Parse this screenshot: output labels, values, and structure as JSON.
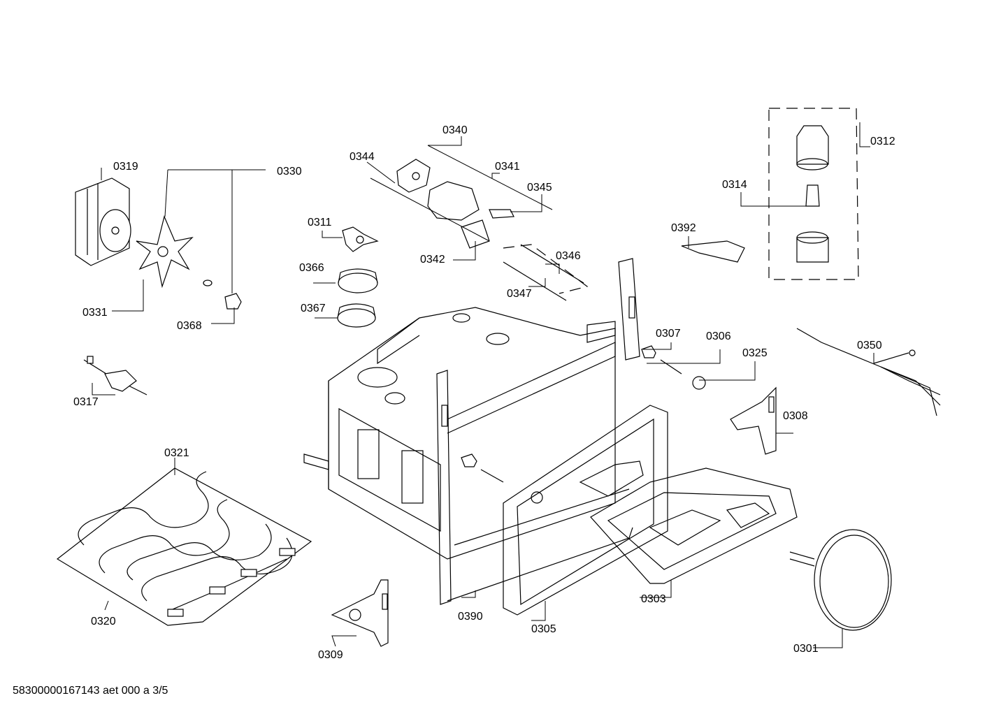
{
  "labels": {
    "p0301": "0301",
    "p0303": "0303",
    "p0305": "0305",
    "p0306": "0306",
    "p0307": "0307",
    "p0308": "0308",
    "p0309": "0309",
    "p0311": "0311",
    "p0312": "0312",
    "p0314": "0314",
    "p0317": "0317",
    "p0319": "0319",
    "p0320": "0320",
    "p0321": "0321",
    "p0325": "0325",
    "p0330": "0330",
    "p0331": "0331",
    "p0340": "0340",
    "p0341": "0341",
    "p0342": "0342",
    "p0344": "0344",
    "p0345": "0345",
    "p0346": "0346",
    "p0347": "0347",
    "p0350": "0350",
    "p0366": "0366",
    "p0367": "0367",
    "p0368": "0368",
    "p0390": "0390",
    "p0392": "0392"
  },
  "footer": "58300000167143 aet 000 a 3/5"
}
